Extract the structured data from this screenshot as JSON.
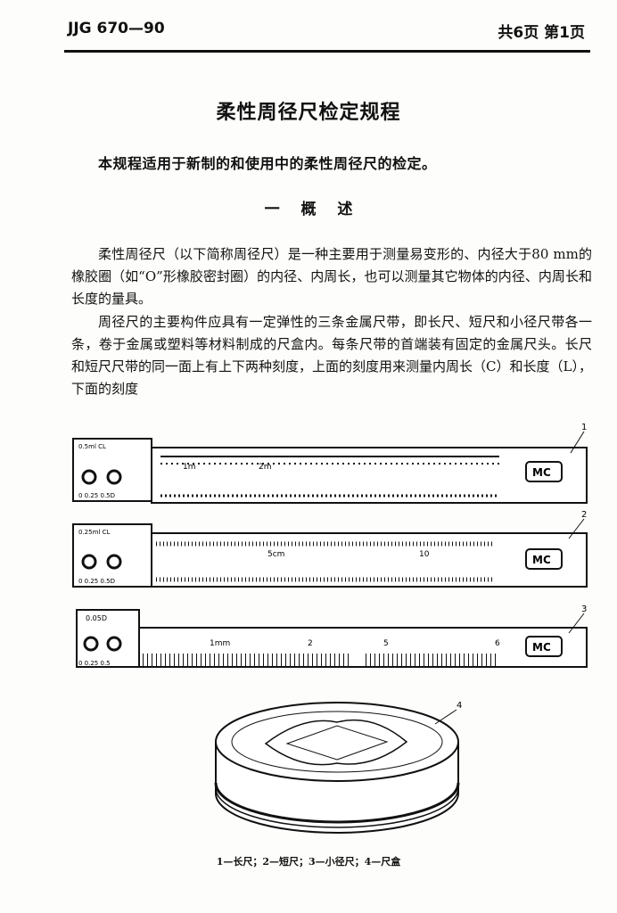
{
  "header": {
    "code": "JJG 670—90",
    "pages": "共6页 第1页"
  },
  "title": "柔性周径尺检定规程",
  "scope": "本规程适用于新制的和使用中的柔性周径尺的检定。",
  "section_title": "一 概 述",
  "paragraphs": [
    "柔性周径尺（以下简称周径尺）是一种主要用于测量易变形的、内径大于80 mm的橡胶圈（如“O”形橡胶密封圈）的内径、内周长，也可以测量其它物体的内径、内周长和长度的量具。",
    "周径尺的主要构件应具有一定弹性的三条金属尺带，即长尺、短尺和小径尺带各一条，卷于金属或塑料等材料制成的尺盒内。每条尺带的首端装有固定的金属尺头。长尺和短尺尺带的同一面上有上下两种刻度，上面的刻度用来测量内周长（C）和长度（L），下面的刻度"
  ],
  "figure": {
    "callouts": [
      "1",
      "2",
      "3",
      "4"
    ],
    "brand": "MC",
    "tape1": {
      "head_top": "0.5ml  CL",
      "head_bottom": "0  0.25  0.5D",
      "ticks": [
        "1m",
        "2m"
      ]
    },
    "tape2": {
      "head_top": "0.25ml  CL",
      "head_bottom": "0  0.25  0.5D",
      "ticks": [
        "5cm",
        "10"
      ]
    },
    "tape3": {
      "head_top": "0.05D",
      "head_bottom": "0  0.25  0.5",
      "ticks": [
        "1mm",
        "2",
        "5",
        "6"
      ]
    },
    "caption": "1—长尺；2—短尺；3—小径尺；4—尺盒"
  }
}
